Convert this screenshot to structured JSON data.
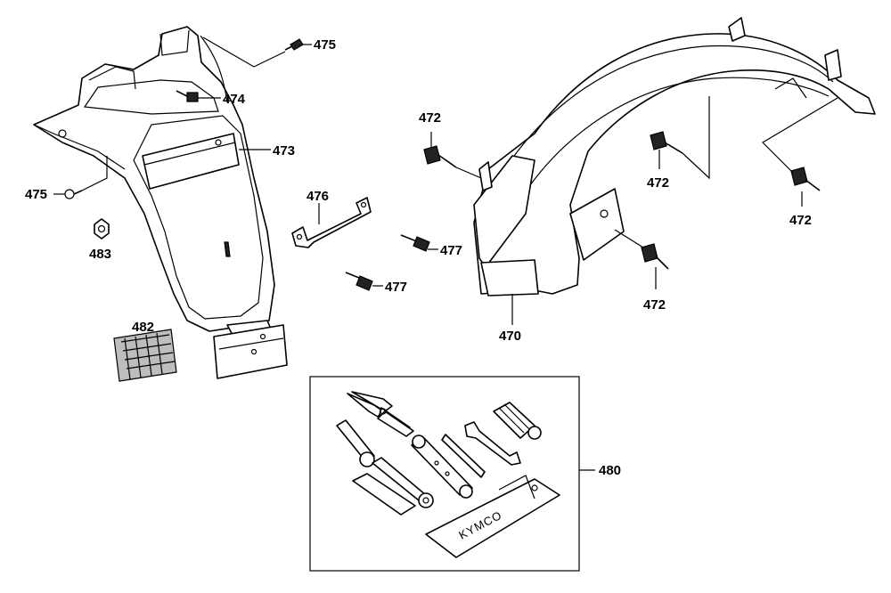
{
  "labels": {
    "p470": "470",
    "p472a": "472",
    "p472b": "472",
    "p472c": "472",
    "p472d": "472",
    "p473": "473",
    "p474": "474",
    "p475a": "475",
    "p475b": "475",
    "p476": "476",
    "p477a": "477",
    "p477b": "477",
    "p480": "480",
    "p482": "482",
    "p483": "483"
  },
  "toolkit": {
    "brand": "KYMCO"
  },
  "colors": {
    "ink": "#000000",
    "paper": "#ffffff"
  }
}
